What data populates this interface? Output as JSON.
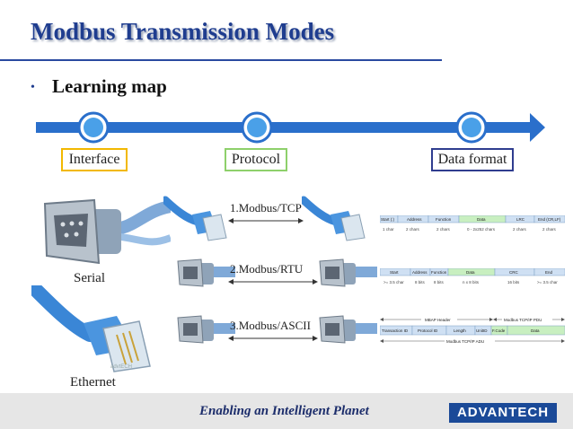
{
  "slide": {
    "title": "Modbus Transmission Modes",
    "bullet_symbol": "•",
    "bullet_text": "Learning map"
  },
  "timeline": {
    "stops": [
      {
        "label": "Interface",
        "color": "#f2b800"
      },
      {
        "label": "Protocol",
        "color": "#8ed06b"
      },
      {
        "label": "Data format",
        "color": "#2f3d8f"
      }
    ],
    "arrow_color": "#2a6fcb",
    "node_color": "#4aa0e8"
  },
  "interfaces": {
    "serial_label": "Serial",
    "ethernet_label": "Ethernet",
    "watermark": "advtECH"
  },
  "modes": [
    {
      "label": "1.Modbus/TCP"
    },
    {
      "label": "2.Modbus/RTU"
    },
    {
      "label": "3.Modbus/ASCII"
    }
  ],
  "frames": {
    "ascii": {
      "headers": [
        "Start (:)",
        "Address",
        "Function",
        "Data",
        "LRC",
        "End (CR,LF)"
      ],
      "sizes": [
        "1 char",
        "2 chars",
        "2 chars",
        "0 - 2x252 chars",
        "2 chars",
        "2 chars"
      ]
    },
    "rtu": {
      "headers": [
        "Start",
        "Address",
        "Function",
        "Data",
        "CRC",
        "End"
      ],
      "sizes": [
        ">= 3.5 char",
        "8 bits",
        "8 bits",
        "n x 8 bits",
        "16 bits",
        ">= 3.5 char"
      ]
    },
    "tcp": {
      "mbap_label": "MBAP Header",
      "pdu_label": "Modbus TCP/IP PDU",
      "adu_label": "Modbus TCP/IP ADU",
      "fields": [
        "Transaction ID",
        "Protocol ID",
        "Length",
        "UnitID",
        "F.Code",
        "Data"
      ]
    }
  },
  "footer": {
    "tagline": "Enabling an Intelligent Planet",
    "logo": "ADVANTECH"
  }
}
